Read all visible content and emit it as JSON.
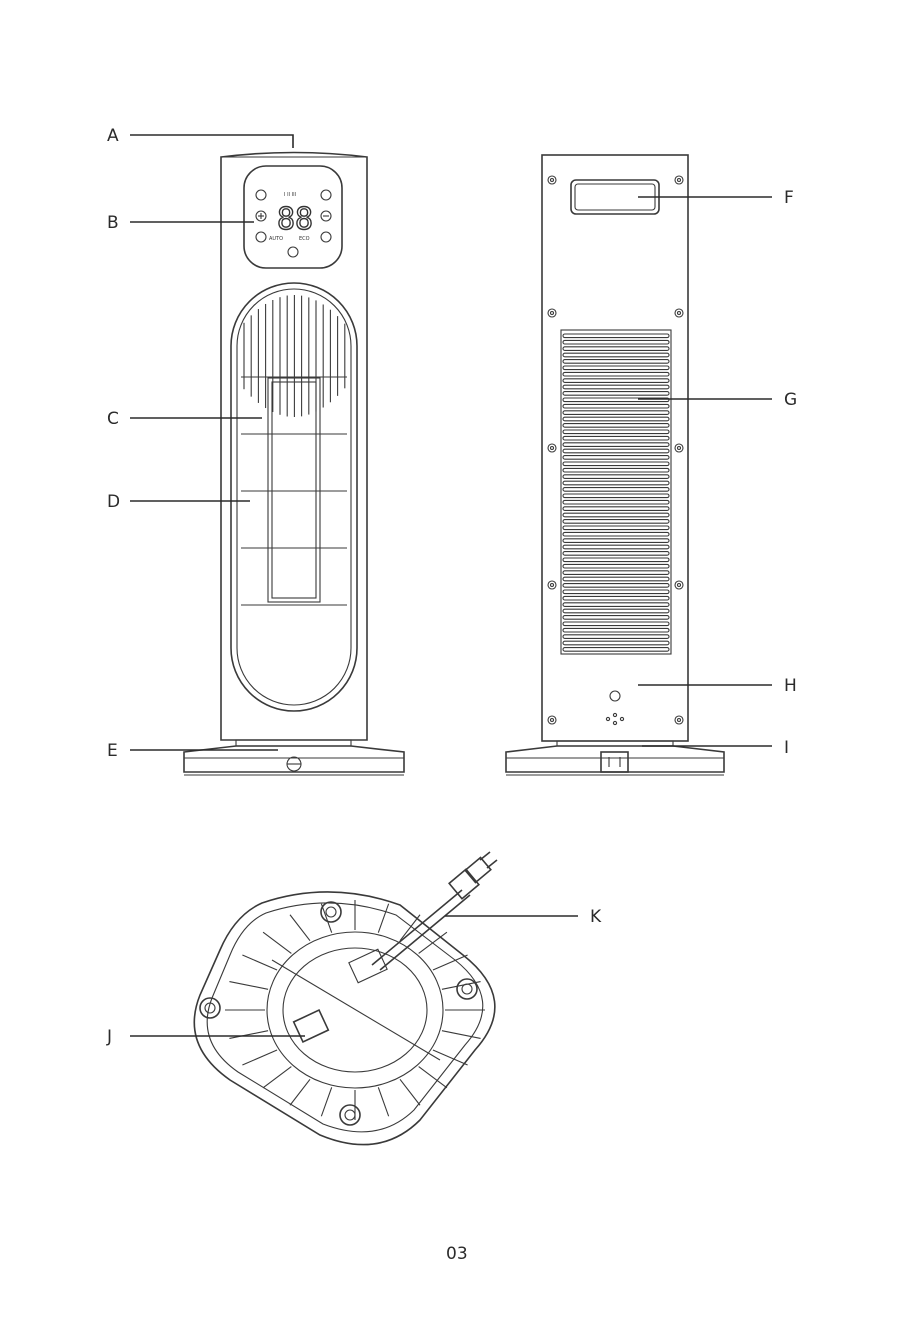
{
  "labels": {
    "A": "A",
    "B": "B",
    "C": "C",
    "D": "D",
    "E": "E",
    "F": "F",
    "G": "G",
    "H": "H",
    "I": "I",
    "J": "J",
    "K": "K"
  },
  "panel": {
    "display": "88",
    "bars": "I  II  III",
    "mode_left": "AUTO",
    "mode_right": "ECO"
  },
  "page_number": "03"
}
